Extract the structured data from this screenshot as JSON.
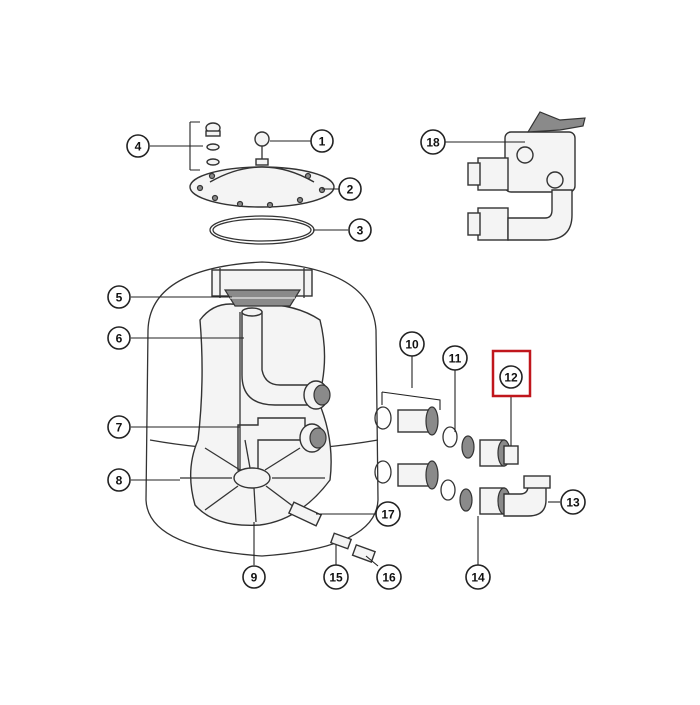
{
  "diagram": {
    "highlight_color": "#c0161c",
    "line_color": "#333333",
    "callouts": [
      {
        "id": "1",
        "label": "1"
      },
      {
        "id": "2",
        "label": "2"
      },
      {
        "id": "3",
        "label": "3"
      },
      {
        "id": "4",
        "label": "4"
      },
      {
        "id": "5",
        "label": "5"
      },
      {
        "id": "6",
        "label": "6"
      },
      {
        "id": "7",
        "label": "7"
      },
      {
        "id": "8",
        "label": "8"
      },
      {
        "id": "9",
        "label": "9"
      },
      {
        "id": "10",
        "label": "10"
      },
      {
        "id": "11",
        "label": "11"
      },
      {
        "id": "12",
        "label": "12",
        "highlighted": true
      },
      {
        "id": "13",
        "label": "13"
      },
      {
        "id": "14",
        "label": "14"
      },
      {
        "id": "15",
        "label": "15"
      },
      {
        "id": "16",
        "label": "16"
      },
      {
        "id": "17",
        "label": "17"
      },
      {
        "id": "18",
        "label": "18"
      }
    ]
  }
}
